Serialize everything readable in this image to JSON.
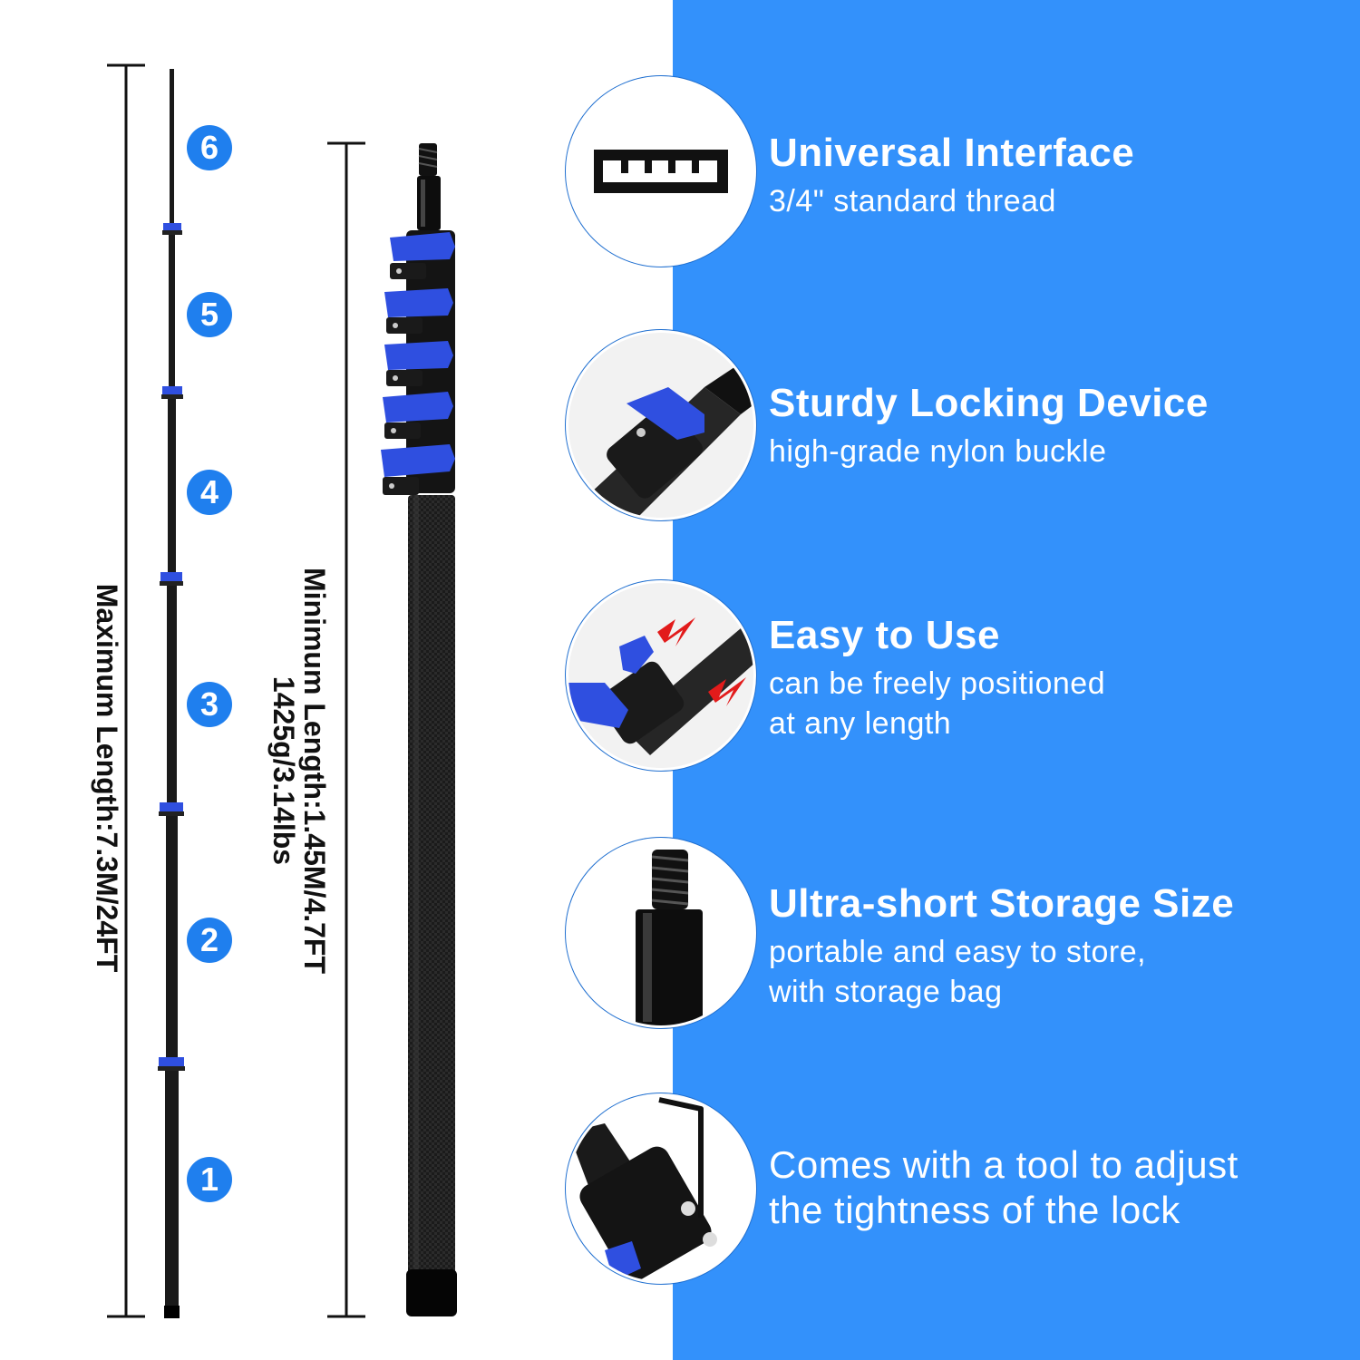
{
  "left": {
    "max_length_label": "Maximum Length:7.3M/24FT",
    "min_length_label": "Minimum Length:1.45M/4.7FT",
    "weight_label": "1425g/3.14lbs",
    "section_numbers": [
      "6",
      "5",
      "4",
      "3",
      "2",
      "1"
    ]
  },
  "features": [
    {
      "icon": "thread-icon",
      "title": "Universal Interface",
      "lines": [
        "3/4\" standard thread"
      ]
    },
    {
      "icon": "lock-clamp-icon",
      "title": "Sturdy Locking Device",
      "lines": [
        "high-grade nylon buckle"
      ]
    },
    {
      "icon": "adjust-arrows-icon",
      "title": "Easy to Use",
      "lines": [
        "can be freely positioned",
        "at any length"
      ]
    },
    {
      "icon": "threaded-tip-icon",
      "title": "Ultra-short Storage Size",
      "lines": [
        "portable and easy to store,",
        "with storage bag"
      ]
    },
    {
      "icon": "hex-key-icon",
      "title": "",
      "lines": [
        "Comes with a tool to adjust",
        "the tightness of the lock"
      ]
    }
  ],
  "colors": {
    "panel_blue": "#3391fb",
    "clip_blue": "#2f4fe0",
    "badge_blue": "#1f7fee",
    "arrow_red": "#e21b1b"
  }
}
